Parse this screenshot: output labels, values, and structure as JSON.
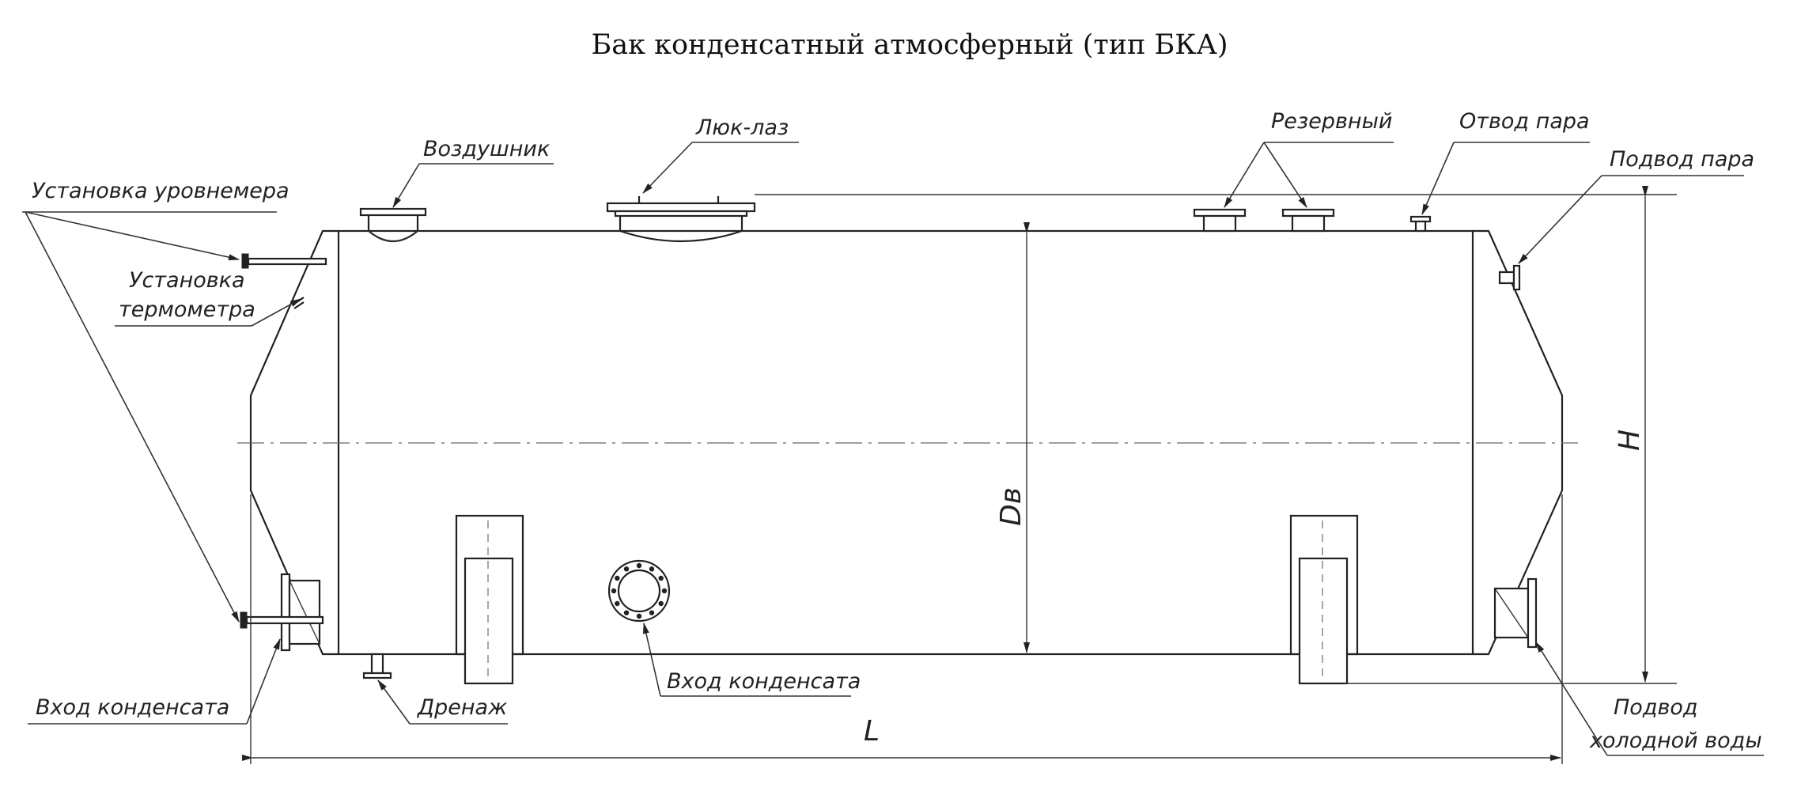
{
  "title": "Бак конденсатный атмосферный (тип БКА)",
  "labels": {
    "vozdushnik": "Воздушник",
    "lyuk_laz": "Люк-лаз",
    "rezervny": "Резервный",
    "otvod_para": "Отвод пара",
    "podvod_para": "Подвод пара",
    "ustanovka_urovnemera": "Установка уровнемера",
    "ustanovka_termometra_1": "Установка",
    "ustanovka_termometra_2": "термометра",
    "vhod_kondensata_left": "Вход конденсата",
    "drenazh": "Дренаж",
    "vhod_kondensata_center": "Вход конденсата",
    "podvod_holodnoy_vody_1": "Подвод",
    "podvod_holodnoy_vody_2": "холодной воды"
  },
  "dimensions": {
    "length": "L",
    "height": "H",
    "diameter": "Dв"
  }
}
